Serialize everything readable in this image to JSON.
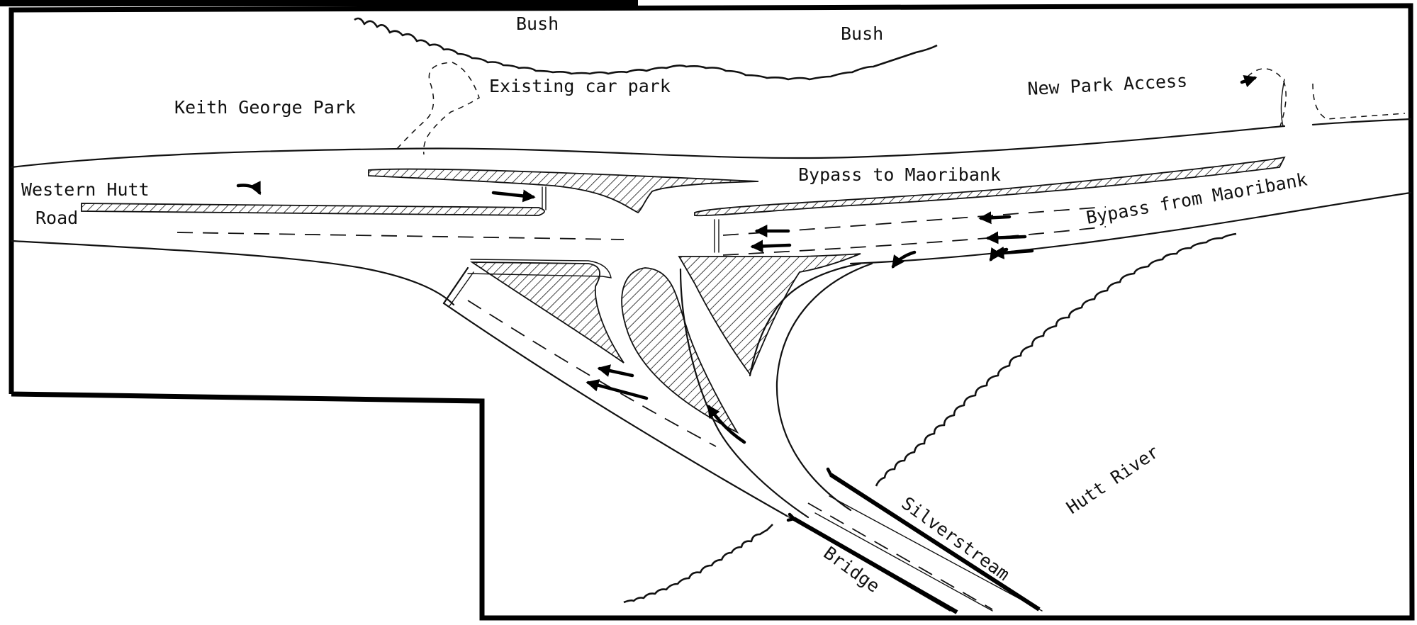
{
  "labels": {
    "bush_left": "Bush",
    "bush_right": "Bush",
    "existing_car_park": "Existing car park",
    "keith_george_park": "Keith George Park",
    "new_park_access": "New Park Access",
    "western_hutt": "Western Hutt",
    "road": "Road",
    "bypass_to": "Bypass to Maoribank",
    "bypass_from": "Bypass from Maoribank",
    "hutt_river": "Hutt River",
    "silverstream": "Silverstream",
    "bridge": "Bridge"
  },
  "colors": {
    "ink": "#111111",
    "paper": "#ffffff"
  }
}
